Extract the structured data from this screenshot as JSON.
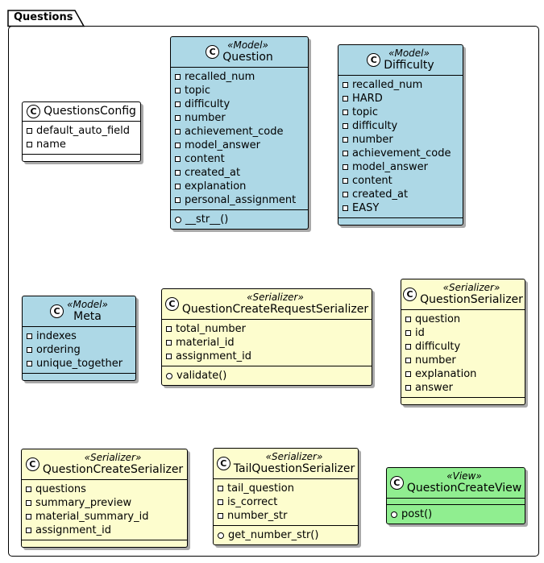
{
  "package": {
    "title": "Questions"
  },
  "colors": {
    "model_fill": "#ADD8E6",
    "serializer_fill": "#FDFDCE",
    "view_fill": "#90EE90",
    "plain_fill": "#FFFFFF",
    "border": "#000000",
    "shadow": "#A9A9A9"
  },
  "classes": {
    "questions_config": {
      "stereotype": "",
      "name": "QuestionsConfig",
      "attributes": [
        "default_auto_field",
        "name"
      ],
      "methods": []
    },
    "question": {
      "stereotype": "«Model»",
      "name": "Question",
      "attributes": [
        "recalled_num",
        "topic",
        "difficulty",
        "number",
        "achievement_code",
        "model_answer",
        "content",
        "created_at",
        "explanation",
        "personal_assignment"
      ],
      "methods": [
        "__str__()"
      ]
    },
    "difficulty": {
      "stereotype": "«Model»",
      "name": "Difficulty",
      "attributes": [
        "recalled_num",
        "HARD",
        "topic",
        "difficulty",
        "number",
        "achievement_code",
        "model_answer",
        "content",
        "created_at",
        "EASY"
      ],
      "methods": []
    },
    "meta": {
      "stereotype": "«Model»",
      "name": "Meta",
      "attributes": [
        "indexes",
        "ordering",
        "unique_together"
      ],
      "methods": []
    },
    "question_create_request_serializer": {
      "stereotype": "«Serializer»",
      "name": "QuestionCreateRequestSerializer",
      "attributes": [
        "total_number",
        "material_id",
        "assignment_id"
      ],
      "methods": [
        "validate()"
      ]
    },
    "question_serializer": {
      "stereotype": "«Serializer»",
      "name": "QuestionSerializer",
      "attributes": [
        "question",
        "id",
        "difficulty",
        "number",
        "explanation",
        "answer"
      ],
      "methods": []
    },
    "question_create_serializer": {
      "stereotype": "«Serializer»",
      "name": "QuestionCreateSerializer",
      "attributes": [
        "questions",
        "summary_preview",
        "material_summary_id",
        "assignment_id"
      ],
      "methods": []
    },
    "tail_question_serializer": {
      "stereotype": "«Serializer»",
      "name": "TailQuestionSerializer",
      "attributes": [
        "tail_question",
        "is_correct",
        "number_str"
      ],
      "methods": [
        "get_number_str()"
      ]
    },
    "question_create_view": {
      "stereotype": "«View»",
      "name": "QuestionCreateView",
      "attributes": [],
      "methods": [
        "post()"
      ]
    }
  }
}
